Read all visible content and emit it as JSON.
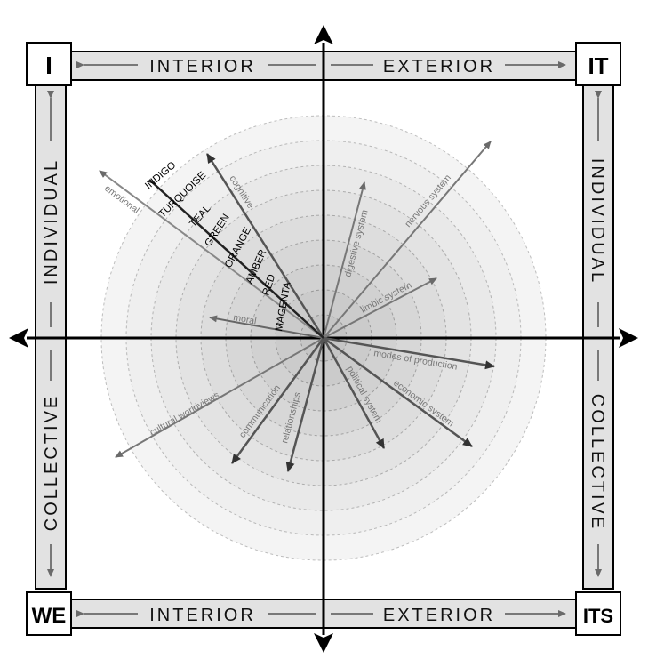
{
  "corners": {
    "top_left": "I",
    "top_right": "IT",
    "bottom_left": "WE",
    "bottom_right": "ITS"
  },
  "bars": {
    "top_left": "INTERIOR",
    "top_right": "EXTERIOR",
    "bottom_left": "INTERIOR",
    "bottom_right": "EXTERIOR",
    "left_top": "INDIVIDUAL",
    "left_bottom": "COLLECTIVE",
    "right_top": "INDIVIDUAL",
    "right_bottom": "COLLECTIVE"
  },
  "stages": [
    "MAGENTA",
    "RED",
    "AMBER",
    "ORANGE",
    "GREEN",
    "TEAL",
    "TURQUOISE",
    "INDIGO"
  ],
  "lines": {
    "upper_left": [
      "emotional",
      "cognitive",
      "moral"
    ],
    "upper_right": [
      "digestive system",
      "nervous system",
      "limbic system"
    ],
    "lower_left": [
      "cultural worldviews",
      "communication",
      "relationships"
    ],
    "lower_right": [
      "modes of production",
      "economic system",
      "political system"
    ]
  },
  "colors": {
    "axis": "#000000",
    "frame_fill": "#e2e2e2",
    "ring_fill": "#dcdcdc",
    "ring_stroke": "#aaaaaa",
    "line_arrow": "#777777",
    "stage_line": "#333333"
  }
}
